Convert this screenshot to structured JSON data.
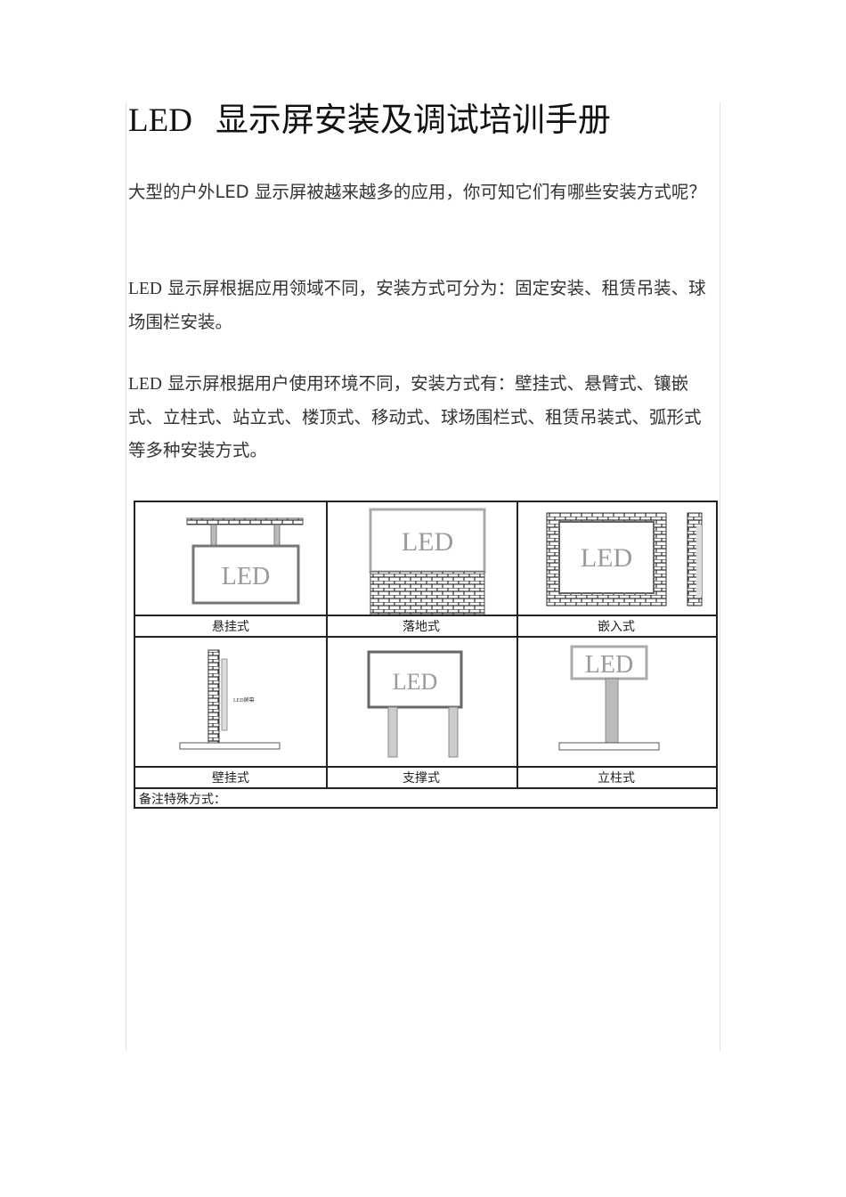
{
  "title": {
    "prefix": "LED",
    "text": "显示屏安装及调试培训手册"
  },
  "paragraphs": [
    {
      "prefix": "",
      "text": "大型的户外LED 显示屏被越来越多的应用，你可知它们有哪些安装方式呢？"
    },
    {
      "prefix": "LED",
      "text": " 显示屏根据应用领域不同，安装方式可分为：固定安装、租赁吊装、球场围栏安装。"
    },
    {
      "prefix": "LED",
      "text": " 显示屏根据用户使用环境不同，安装方式有：壁挂式、悬臂式、镶嵌式、立柱式、站立式、楼顶式、移动式、球场围栏式、租赁吊装式、弧形式等多种安装方式。"
    }
  ],
  "figure": {
    "screen_label": "LED",
    "wall_screen_label": "LED屏幕",
    "captions": [
      "悬挂式",
      "落地式",
      "嵌入式",
      "壁挂式",
      "支撑式",
      "立柱式"
    ],
    "note": "备注特殊方式："
  }
}
